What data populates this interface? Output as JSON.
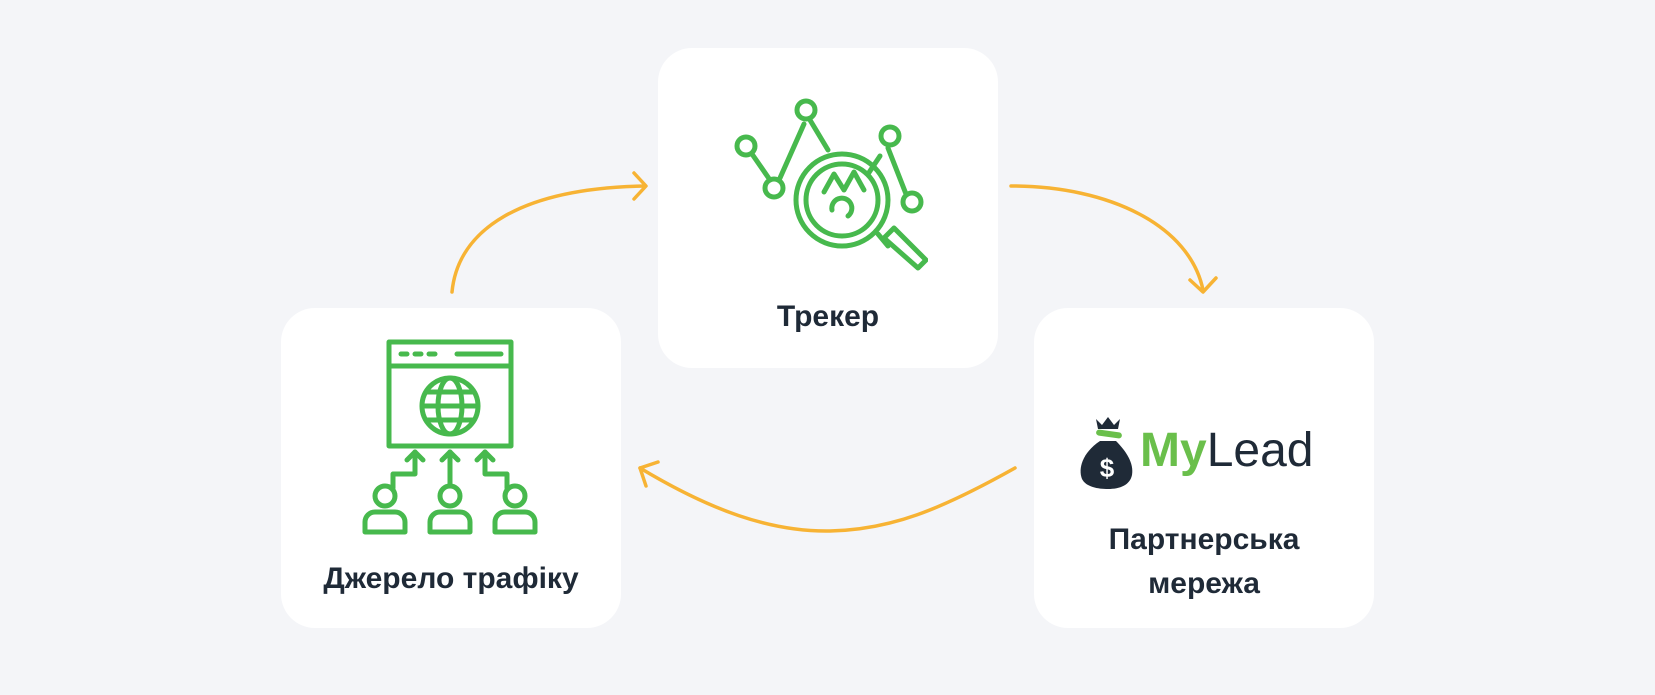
{
  "nodes": {
    "tracker": {
      "label": "Трекер",
      "icon": "analytics-magnifier-icon"
    },
    "traffic_source": {
      "label": "Джерело трафіку",
      "icon": "web-traffic-users-icon"
    },
    "affiliate_network": {
      "label_line1": "Партнерська",
      "label_line2": "мережа",
      "logo": {
        "my": "My",
        "lead": "Lead",
        "icon": "money-bag-icon"
      }
    }
  },
  "colors": {
    "background": "#f4f5f8",
    "card": "#ffffff",
    "icon_green": "#47b94d",
    "arrow_orange": "#f7b334",
    "text_dark": "#1f2a37",
    "logo_green": "#6abf4b"
  }
}
